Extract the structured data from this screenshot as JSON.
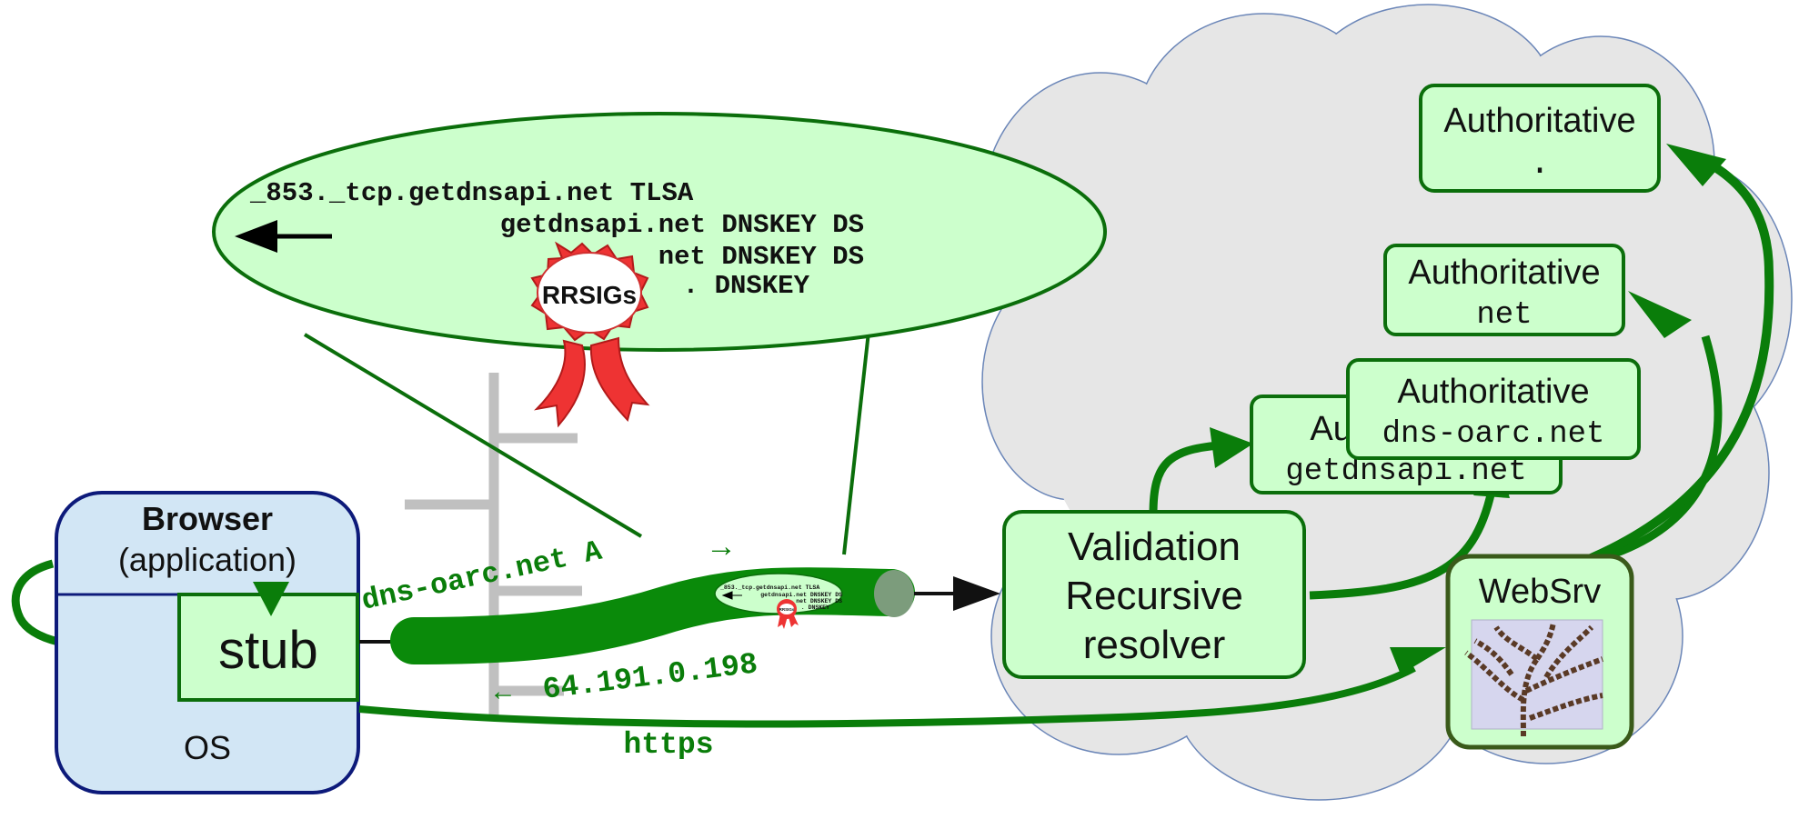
{
  "colors": {
    "green_dark": "#0a7d0a",
    "green_fill": "#ccffcc",
    "green_border": "#0b6e0b",
    "cloud_fill": "#e6e6e6",
    "cloud_stroke": "#6b86b8",
    "os_fill": "#d2e6f5",
    "os_border": "#0d1a7a",
    "seal_red": "#ee3333",
    "grey_tree": "#c0c0c0",
    "webserv_img": "#d6d6ee",
    "branch_brown": "#5a3a26"
  },
  "bubble": {
    "lines": [
      "_853._tcp.getdnsapi.net TLSA",
      "getdnsapi.net DNSKEY DS",
      "net DNSKEY DS",
      ". DNSKEY"
    ],
    "seal_label": "RRSIGs"
  },
  "browser": {
    "title": "Browser",
    "subtitle": "(application)",
    "os_label": "OS",
    "stub_label": "stub"
  },
  "resolver": {
    "lines": [
      "Validation",
      "Recursive",
      "resolver"
    ]
  },
  "authoritatives": [
    {
      "title": "Authoritative",
      "zone": "."
    },
    {
      "title": "Authoritative",
      "zone": "net"
    },
    {
      "title": "Authoritative",
      "zone": "getdnsapi.net"
    },
    {
      "title": "Authoritative",
      "zone": "dns-oarc.net"
    }
  ],
  "webserver": {
    "label": "WebSrv"
  },
  "flow_labels": {
    "query": "dns-oarc.net A",
    "query_arrow": "→",
    "answer_arrow": "←",
    "answer": "64.191.0.198",
    "https": "https"
  },
  "tiny_bubble": {
    "lines": [
      "_853._tcp.getdnsapi.net TLSA",
      "getdnsapi.net DNSKEY DS",
      "net DNSKEY DS",
      ". DNSKEY"
    ],
    "seal_label": "RRSIGs"
  }
}
